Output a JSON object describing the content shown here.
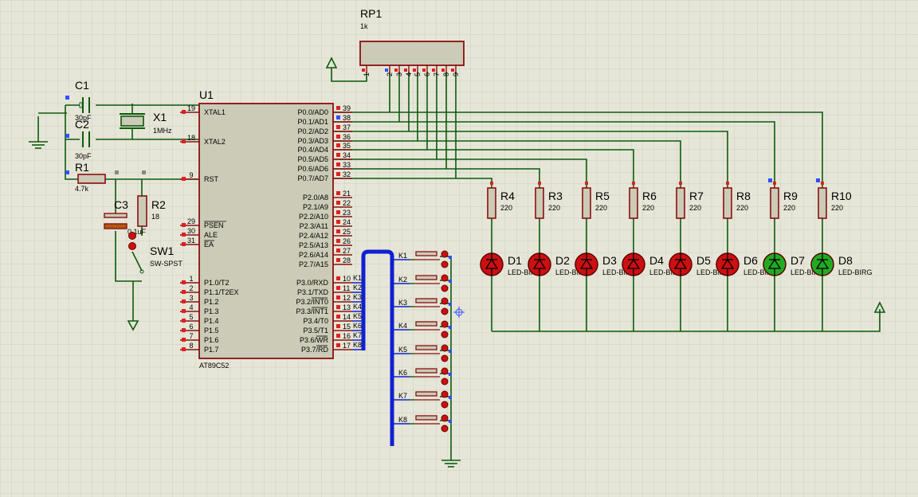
{
  "colors": {
    "background": "#e6e6d8",
    "grid": "#cfcfbf",
    "wire": "#0c5a0c",
    "component_outline": "#8a1010",
    "component_fill": "#cbcbb7",
    "bus": "#1020d0",
    "pin_marker": "#e02020",
    "probe_marker": "#3050ff",
    "led_red": "#cc1010",
    "led_green": "#22aa22"
  },
  "chip": {
    "ref": "U1",
    "part": "AT89C52",
    "left_pins": [
      {
        "num": "19",
        "label": "XTAL1"
      },
      {
        "num": "18",
        "label": "XTAL2"
      },
      {
        "num": "9",
        "label": "RST"
      },
      {
        "num": "29",
        "label": "PSEN"
      },
      {
        "num": "30",
        "label": "ALE"
      },
      {
        "num": "31",
        "label": "EA"
      },
      {
        "num": "1",
        "label": "P1.0/T2"
      },
      {
        "num": "2",
        "label": "P1.1/T2EX"
      },
      {
        "num": "3",
        "label": "P1.2"
      },
      {
        "num": "4",
        "label": "P1.3"
      },
      {
        "num": "5",
        "label": "P1.4"
      },
      {
        "num": "6",
        "label": "P1.5"
      },
      {
        "num": "7",
        "label": "P1.6"
      },
      {
        "num": "8",
        "label": "P1.7"
      }
    ],
    "right_pins": [
      {
        "num": "39",
        "label": "P0.0/AD0"
      },
      {
        "num": "38",
        "label": "P0.1/AD1"
      },
      {
        "num": "37",
        "label": "P0.2/AD2"
      },
      {
        "num": "36",
        "label": "P0.3/AD3"
      },
      {
        "num": "35",
        "label": "P0.4/AD4"
      },
      {
        "num": "34",
        "label": "P0.5/AD5"
      },
      {
        "num": "33",
        "label": "P0.6/AD6"
      },
      {
        "num": "32",
        "label": "P0.7/AD7"
      },
      {
        "num": "21",
        "label": "P2.0/A8"
      },
      {
        "num": "22",
        "label": "P2.1/A9"
      },
      {
        "num": "23",
        "label": "P2.2/A10"
      },
      {
        "num": "24",
        "label": "P2.3/A11"
      },
      {
        "num": "25",
        "label": "P2.4/A12"
      },
      {
        "num": "26",
        "label": "P2.5/A13"
      },
      {
        "num": "27",
        "label": "P2.6/A14"
      },
      {
        "num": "28",
        "label": "P2.7/A15"
      },
      {
        "num": "10",
        "label": "P3.0/RXD"
      },
      {
        "num": "11",
        "label": "P3.1/TXD"
      },
      {
        "num": "12",
        "label": "P3.2/INT0"
      },
      {
        "num": "13",
        "label": "P3.3/INT1"
      },
      {
        "num": "14",
        "label": "P3.4/T0"
      },
      {
        "num": "15",
        "label": "P3.5/T1"
      },
      {
        "num": "16",
        "label": "P3.6/WR"
      },
      {
        "num": "17",
        "label": "P3.7/RD"
      }
    ]
  },
  "rp1": {
    "ref": "RP1",
    "value": "1k",
    "pins": [
      "1",
      "2",
      "3",
      "4",
      "5",
      "6",
      "7",
      "8",
      "9"
    ]
  },
  "c1": {
    "ref": "C1",
    "value": "30pF"
  },
  "c2": {
    "ref": "C2",
    "value": "30pF"
  },
  "x1": {
    "ref": "X1",
    "value": "1MHz"
  },
  "r1": {
    "ref": "R1",
    "value": "4.7k"
  },
  "r2": {
    "ref": "R2",
    "value": "18"
  },
  "c3": {
    "ref": "C3",
    "value": "0.1uF"
  },
  "sw1": {
    "ref": "SW1",
    "value": "SW-SPST"
  },
  "resistors": [
    {
      "ref": "R4",
      "value": "220"
    },
    {
      "ref": "R3",
      "value": "220"
    },
    {
      "ref": "R5",
      "value": "220"
    },
    {
      "ref": "R6",
      "value": "220"
    },
    {
      "ref": "R7",
      "value": "220"
    },
    {
      "ref": "R8",
      "value": "220"
    },
    {
      "ref": "R9",
      "value": "220"
    },
    {
      "ref": "R10",
      "value": "220"
    }
  ],
  "leds": [
    {
      "ref": "D1",
      "value": "LED-BIRG",
      "color": "red"
    },
    {
      "ref": "D2",
      "value": "LED-BIRG",
      "color": "red"
    },
    {
      "ref": "D3",
      "value": "LED-BIRG",
      "color": "red"
    },
    {
      "ref": "D4",
      "value": "LED-BIRG",
      "color": "red"
    },
    {
      "ref": "D5",
      "value": "LED-BIRG",
      "color": "red"
    },
    {
      "ref": "D6",
      "value": "LED-BIRG",
      "color": "red"
    },
    {
      "ref": "D7",
      "value": "LED-BIRG",
      "color": "green"
    },
    {
      "ref": "D8",
      "value": "LED-BIRG",
      "color": "green"
    }
  ],
  "keys": [
    "K1",
    "K2",
    "K3",
    "K4",
    "K5",
    "K6",
    "K7",
    "K8"
  ]
}
